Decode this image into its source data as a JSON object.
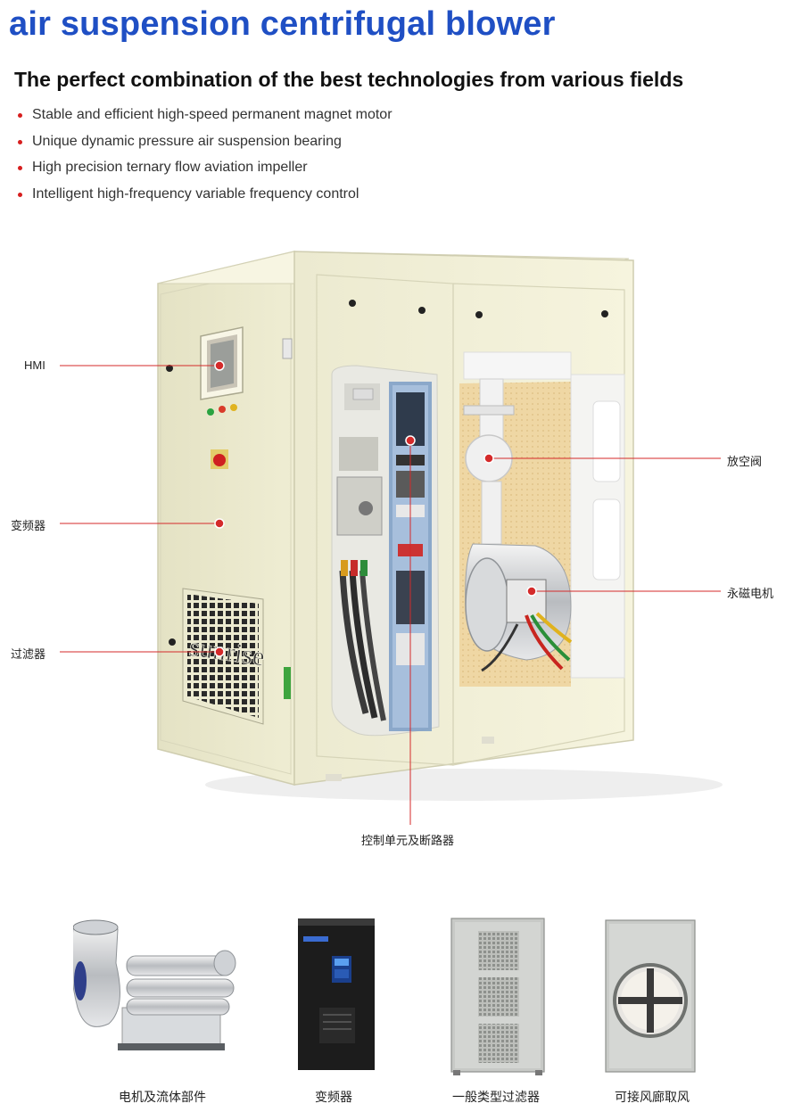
{
  "header": {
    "title": "air suspension centrifugal blower",
    "subtitle": "The perfect combination of the best technologies from various fields"
  },
  "features": [
    "Stable and efficient high-speed permanent magnet motor",
    "Unique dynamic pressure air suspension bearing",
    "High precision ternary flow aviation impeller",
    "Intelligent high-frequency variable frequency control"
  ],
  "machine": {
    "brand_mark": "sunrise",
    "callouts": {
      "hmi": "HMI",
      "inverter": "变频器",
      "filter": "过滤器",
      "vent_valve": "放空阀",
      "pm_motor": "永磁电机",
      "control_unit": "控制单元及断路器"
    }
  },
  "products": [
    {
      "caption": "电机及流体部件",
      "icon": "motor-fluid-parts"
    },
    {
      "caption": "变频器",
      "icon": "inverter-unit"
    },
    {
      "caption": "一般类型过滤器",
      "icon": "general-filter"
    },
    {
      "caption": "可接风廊取风",
      "icon": "air-corridor-intake"
    }
  ],
  "colors": {
    "title": "#1f4fc4",
    "accent": "#d42a2a",
    "cabinet": "#f3f1d6"
  }
}
